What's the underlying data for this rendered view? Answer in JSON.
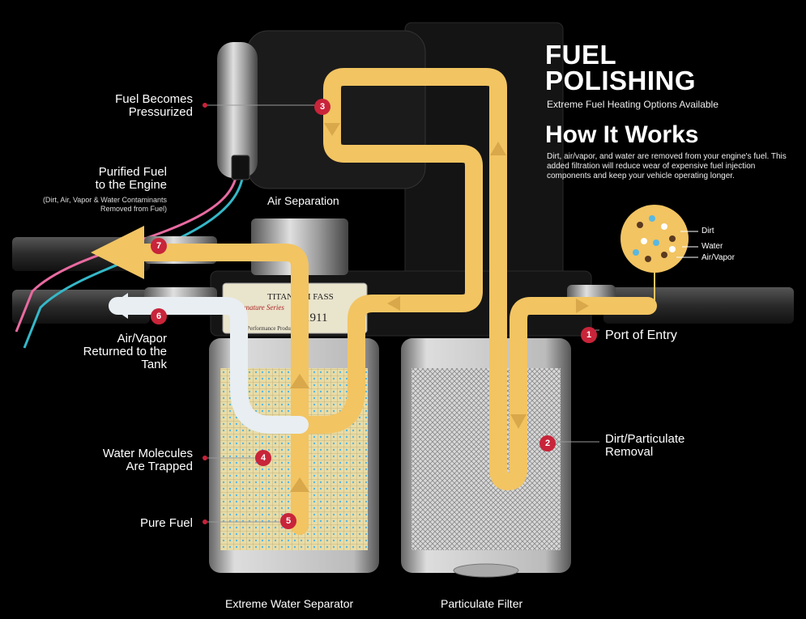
{
  "header": {
    "title_line1": "FUEL",
    "title_line2": "POLISHING",
    "subtitle": "Extreme Fuel Heating Options Available",
    "how_title": "How It Works",
    "description": "Dirt, air/vapor, and water are removed from your engine's fuel. This added filtration will reduce wear of expensive fuel injection components and keep your vehicle operating longer."
  },
  "legend": {
    "dirt": "Dirt",
    "water": "Water",
    "air": "Air/Vapor"
  },
  "steps": {
    "s1": {
      "num": "1",
      "label": "Port of Entry"
    },
    "s2": {
      "num": "2",
      "label_line1": "Dirt/Particulate",
      "label_line2": "Removal"
    },
    "s3": {
      "num": "3",
      "label_line1": "Fuel Becomes",
      "label_line2": "Pressurized"
    },
    "s4": {
      "num": "4",
      "label_line1": "Water Molecules",
      "label_line2": "Are Trapped"
    },
    "s5": {
      "num": "5",
      "label": "Pure Fuel"
    },
    "s6": {
      "num": "6",
      "label_line1": "Air/Vapor",
      "label_line2": "Returned to the",
      "label_line3": "Tank"
    },
    "s7": {
      "num": "7",
      "label_line1": "Purified Fuel",
      "label_line2": "to the Engine",
      "note_line1": "(Dirt, Air, Vapor & Water Contaminants",
      "note_line2": "Removed from Fuel)"
    }
  },
  "parts": {
    "air_separation": "Air Separation",
    "water_separator": "Extreme Water Separator",
    "particulate_filter": "Particulate Filter",
    "plate_line1": "TITANIUM FASS",
    "plate_line2": "Signature Series",
    "plate_line3": "Diesel Performance Products, Inc.",
    "plate_model": "1911"
  },
  "colors": {
    "fuel": "#f2c462",
    "fuel_dark": "#d9a84a",
    "air": "#e8eef2",
    "badge": "#c8243a",
    "water_dot": "#5ab8e0",
    "dirt_dot": "#5a3a20"
  }
}
